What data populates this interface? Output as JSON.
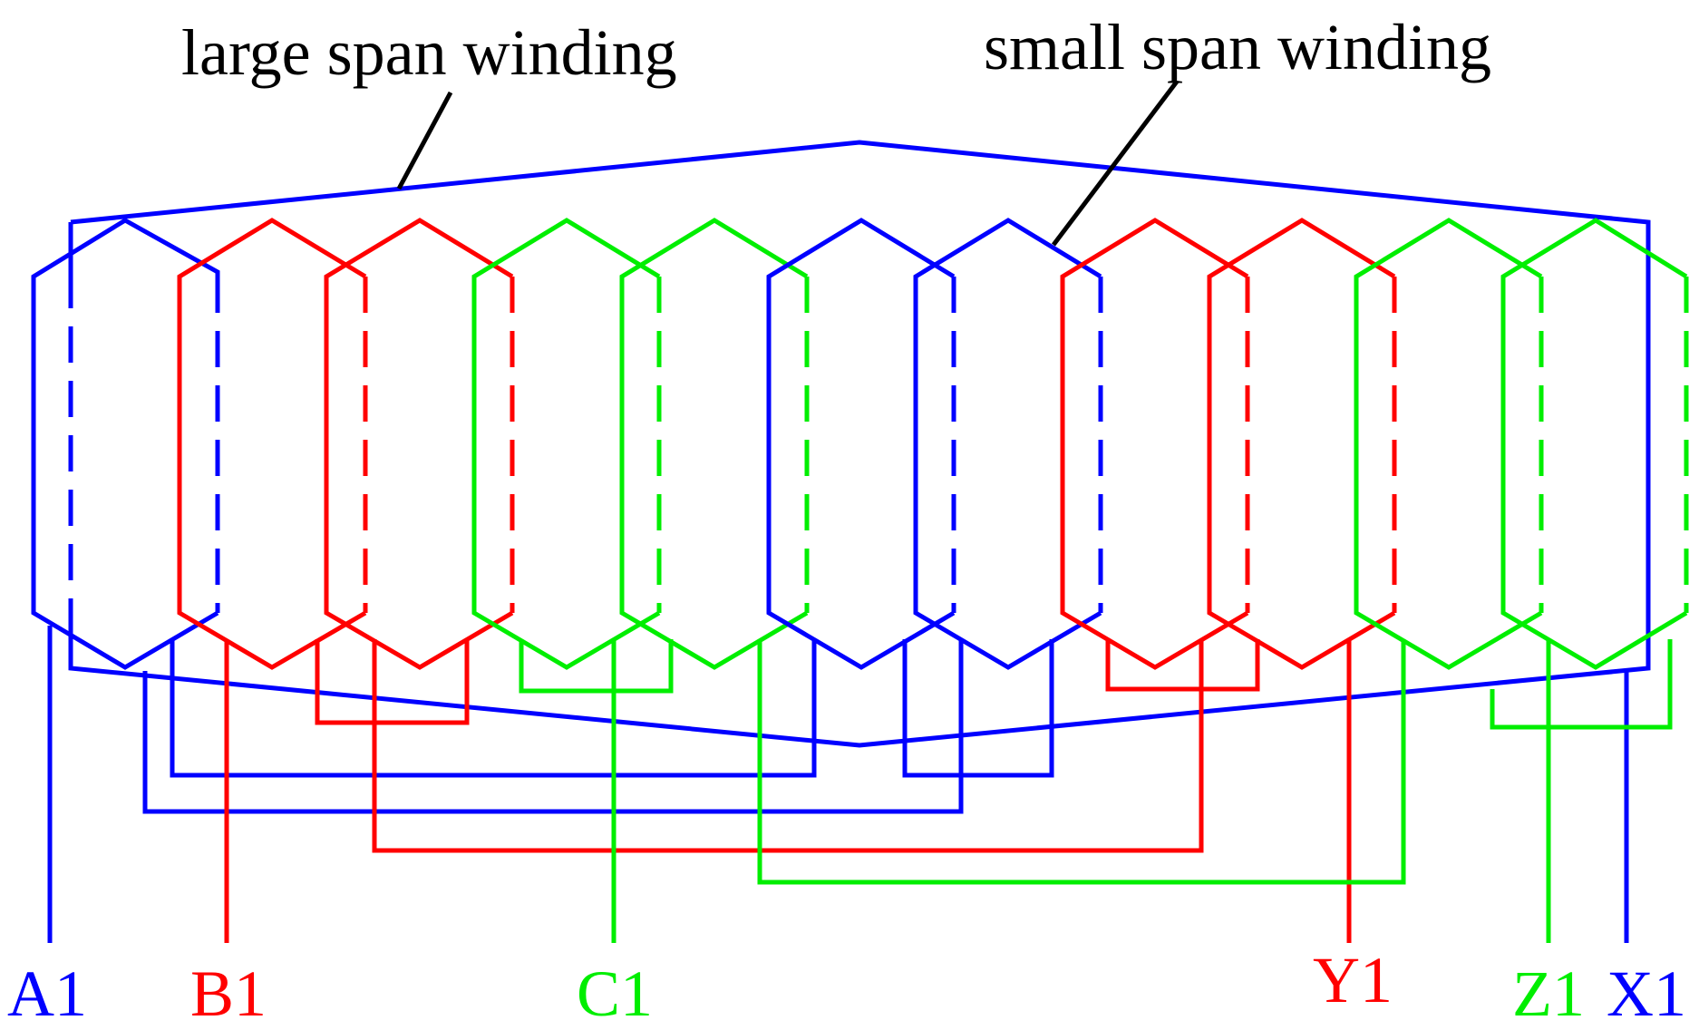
{
  "colors": {
    "phase_a": "#0000ff",
    "phase_b": "#ff0000",
    "phase_c": "#00ee00",
    "annotation": "#000000"
  },
  "annotations": {
    "large_span": "large span winding",
    "small_span": "small span winding"
  },
  "terminals": {
    "a1": "A1",
    "b1": "B1",
    "c1": "C1",
    "y1": "Y1",
    "z1": "Z1",
    "x1": "X1"
  }
}
